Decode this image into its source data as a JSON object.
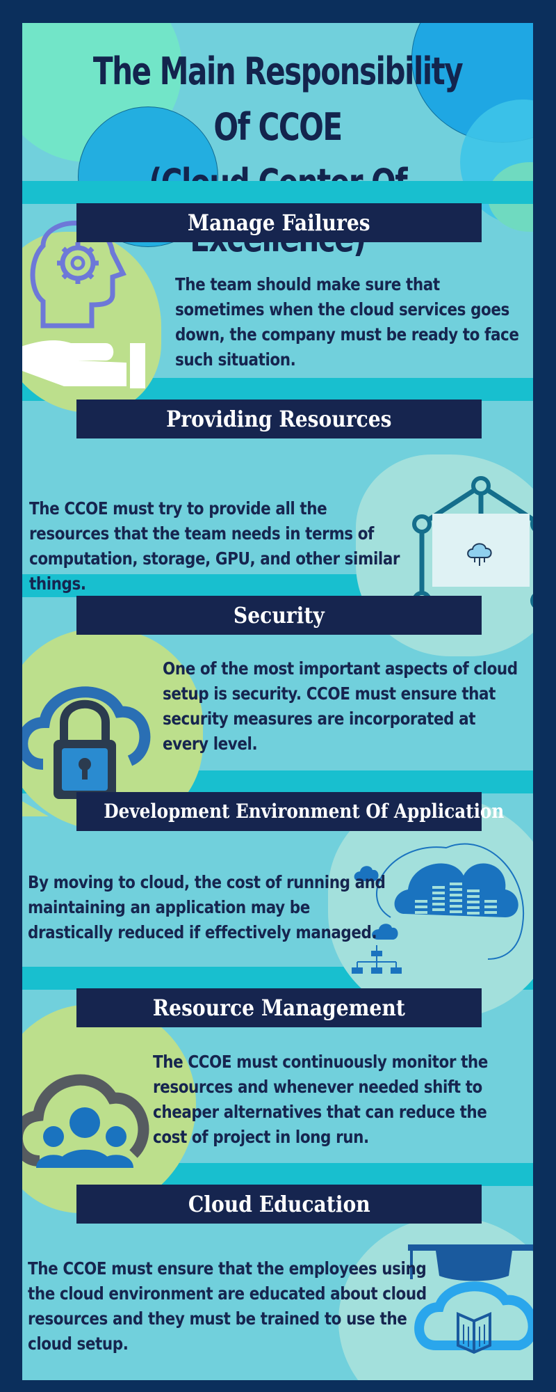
{
  "title": {
    "line1": "The Main Responsibility Of CCOE",
    "line2": "(Cloud Center Of Excellence)"
  },
  "sections": [
    {
      "heading": "Manage Failures",
      "text": "The team should make sure that sometimes when the cloud services goes down, the company must be ready to face such situation.",
      "icon": "head-gear-hand-icon"
    },
    {
      "heading": "Providing Resources",
      "text": "The CCOE must try to provide all the resources that the team needs in terms of computation, storage, GPU, and other similar things.",
      "icon": "cloud-network-icon"
    },
    {
      "heading": "Security",
      "text": "One of the most important aspects of cloud setup is security. CCOE must ensure that security measures are incorporated at every level.",
      "icon": "cloud-lock-icon"
    },
    {
      "heading": "Development Environment Of Application",
      "text": "By moving to cloud, the cost of running and maintaining an application may be drastically reduced if effectively managed.",
      "icon": "cloud-server-icon"
    },
    {
      "heading": "Resource Management",
      "text": "The CCOE must continuously monitor the resources and whenever needed shift to cheaper alternatives that can reduce the cost of project in long run.",
      "icon": "cloud-users-icon"
    },
    {
      "heading": "Cloud Education",
      "text": "The CCOE must ensure that the employees using the cloud environment are educated about cloud resources and they must be trained to use the cloud setup.",
      "icon": "graduation-cloud-book-icon"
    }
  ],
  "colors": {
    "outer": "#0b2f5c",
    "panel": "#71d0dc",
    "stripe": "#18bfcf",
    "band": "#16254f",
    "text": "#16254f",
    "lime": "#bcdf8c",
    "mint": "#a3e0dc",
    "blue": "#1a73bf"
  }
}
